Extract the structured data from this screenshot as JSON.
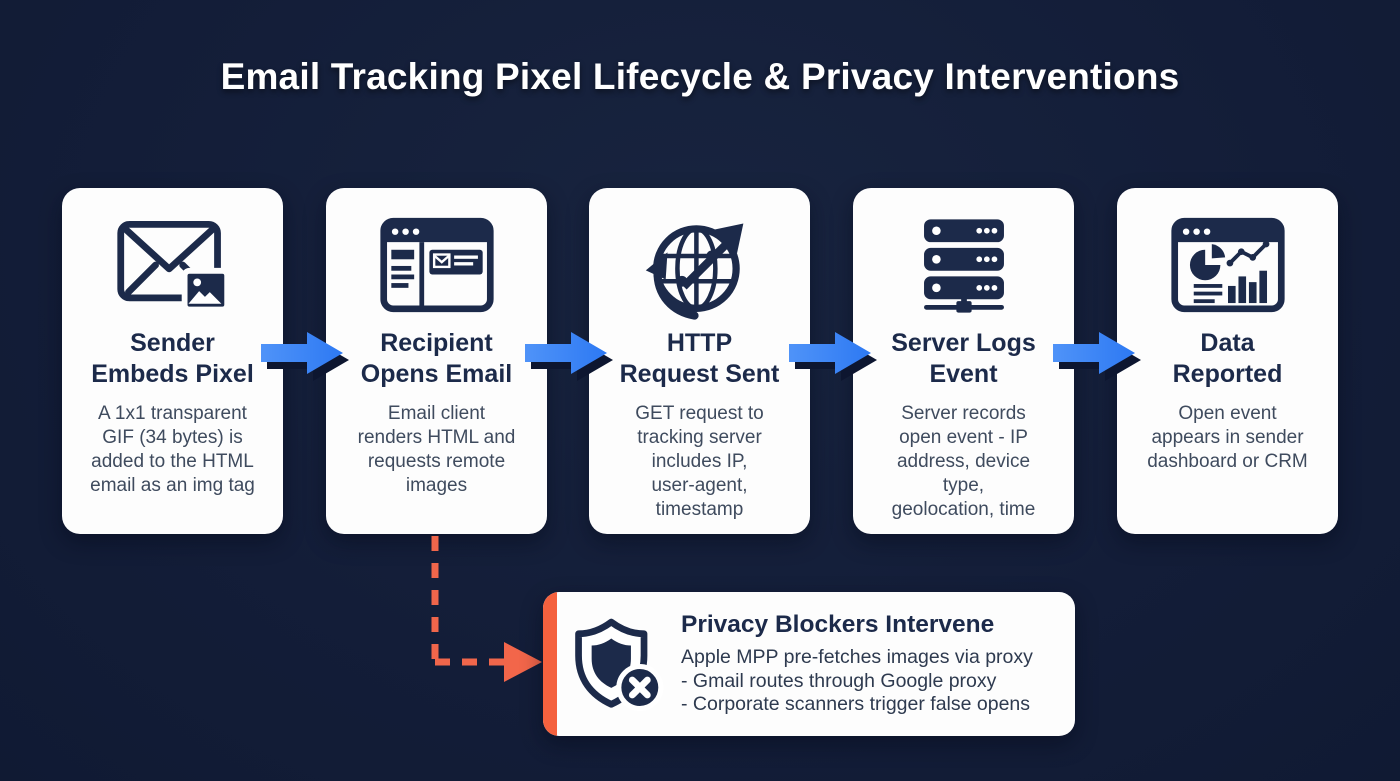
{
  "page": {
    "title": "Email Tracking Pixel Lifecycle & Privacy Interventions"
  },
  "colors": {
    "background": "#131d38",
    "card_background": "#fdfdfd",
    "ink_navy": "#1c2a4a",
    "body_text": "#3f4b5e",
    "arrow_blue": "#3a82f6",
    "accent_orange": "#f2664a"
  },
  "cards": [
    {
      "icon": "envelope-image-icon",
      "title": "Sender\nEmbeds Pixel",
      "body": "A 1x1 transparent\nGIF (34 bytes) is\nadded to the HTML\nemail as an img tag"
    },
    {
      "icon": "email-client-icon",
      "title": "Recipient\nOpens Email",
      "body": "Email client\nrenders HTML and\nrequests remote\nimages"
    },
    {
      "icon": "globe-arrow-icon",
      "title": "HTTP\nRequest Sent",
      "body": "GET request to\ntracking server\nincludes IP,\nuser-agent,\ntimestamp"
    },
    {
      "icon": "server-stack-icon",
      "title": "Server Logs\nEvent",
      "body": "Server records\nopen event - IP\naddress, device\ntype,\ngeolocation, time"
    },
    {
      "icon": "dashboard-chart-icon",
      "title": "Data\nReported",
      "body": "Open event\nappears in sender\ndashboard or CRM"
    }
  ],
  "arrows": {
    "flow": "right-arrow-icon",
    "connector": "dashed-right-arrow-icon"
  },
  "callout": {
    "icon": "shield-block-icon",
    "title": "Privacy Blockers Intervene",
    "lines": [
      "Apple MPP pre-fetches images via proxy",
      "- Gmail routes through Google proxy",
      "- Corporate scanners trigger false opens"
    ]
  }
}
